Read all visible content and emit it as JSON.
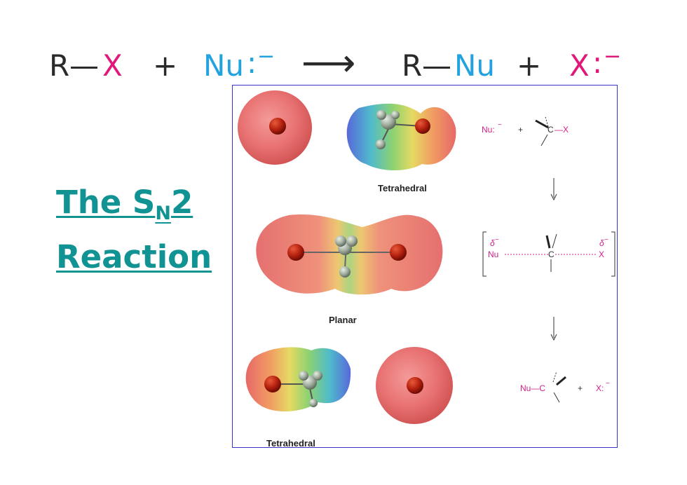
{
  "equation": {
    "reactant_r": "R",
    "bond": "—",
    "reactant_x": "X",
    "plus1": "+",
    "nucleophile": "Nu",
    "lone_pair": ":",
    "charge": "−",
    "arrow": "⟶",
    "product_r": "R",
    "product_nu": "Nu",
    "plus2": "+",
    "leaving_x": "X"
  },
  "title": {
    "line1_pre": "The S",
    "line1_sub": "N",
    "line1_post": "2",
    "line2": "Reaction"
  },
  "figure": {
    "label_top": "Tetrahedral",
    "label_mid": "Planar",
    "label_bottom": "Tetrahedral",
    "scheme1": {
      "nu": "Nu:",
      "charge": "−",
      "plus": "+",
      "c": "C",
      "x": "—X"
    },
    "scheme2": {
      "delta_nu": "δ",
      "delta_x": "δ",
      "charge": "−",
      "nu": "Nu",
      "c": "C",
      "x": "X"
    },
    "scheme3": {
      "nuc": "Nu—C",
      "plus": "+",
      "x": "X:",
      "charge": "−"
    }
  },
  "colors": {
    "black": "#2a2a2a",
    "magenta": "#e0187a",
    "blue": "#22a3df",
    "teal": "#129393",
    "frame": "#3535c8",
    "scheme_magenta": "#d2208a"
  }
}
